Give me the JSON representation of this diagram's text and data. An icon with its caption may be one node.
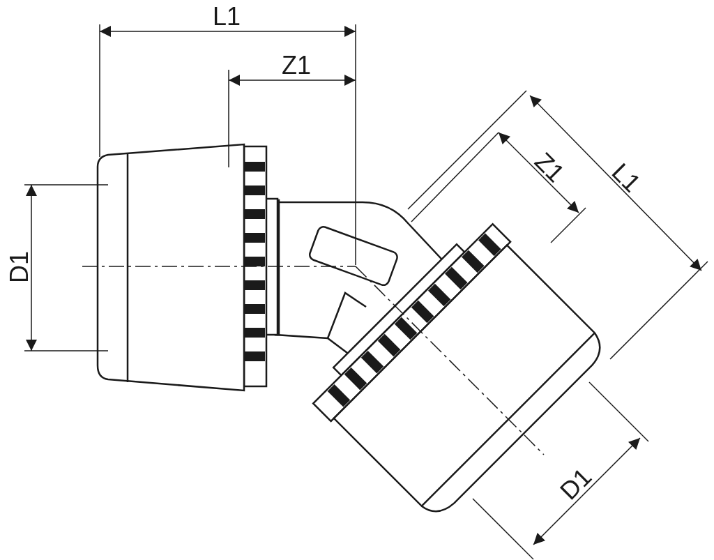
{
  "diagram": {
    "labels": [
      "L1",
      "Z1",
      "D1",
      "Z1",
      "L1",
      "D1"
    ]
  }
}
